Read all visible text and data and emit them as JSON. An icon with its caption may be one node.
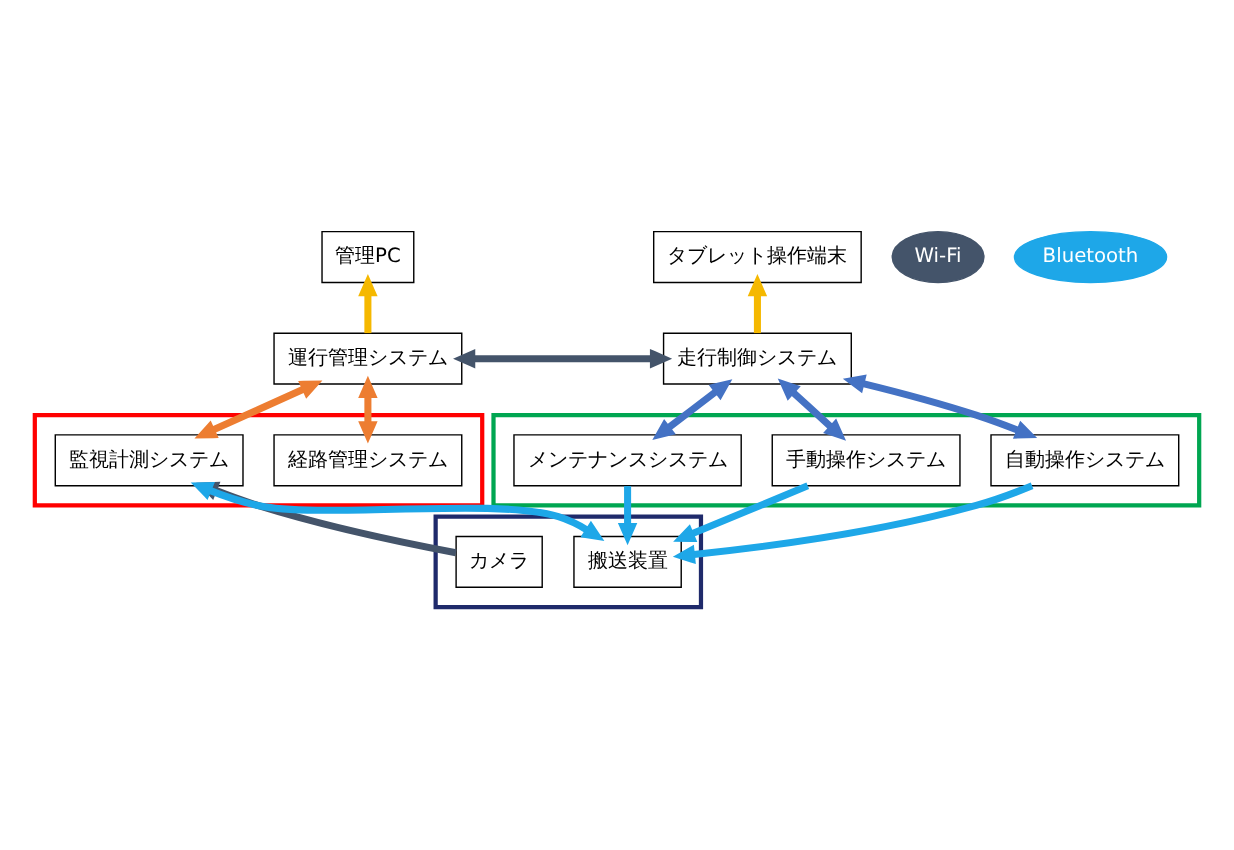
{
  "diagram": {
    "nodes": [
      {
        "text": [
          "管理PC"
        ]
      },
      {
        "text": [
          "タブレット操作端末"
        ]
      },
      {
        "text": [
          "Wi-Fi"
        ]
      },
      {
        "text": [
          "運行管理システム"
        ]
      },
      {
        "text": [
          "走行制御システム"
        ]
      },
      {
        "text": [],
        "shape": "box"
      },
      {
        "text": [
          "経路管理システム"
        ],
        "in": 5
      },
      {
        "text": [
          "監視計測システム"
        ],
        "in": 5
      },
      {
        "text": [],
        "shape": "box"
      },
      {
        "text": [
          "自動操作システム"
        ],
        "in": 8
      },
      {
        "text": [
          "手動操作システム"
        ],
        "in": 8
      },
      {
        "text": [
          "メンテナンスシステム"
        ],
        "in": 8
      },
      {
        "text": [],
        "shape": "box"
      },
      {
        "text": [
          "カメラ"
        ],
        "in": 12
      },
      {
        "text": [
          "搬送装置"
        ],
        "in": 12
      },
      {
        "text": [
          "Bluetooth"
        ]
      }
    ],
    "edges": [
      {
        "from": 3,
        "to": 0,
        "arrow": "to",
        "color": "#f5b800"
      },
      {
        "from": 4,
        "to": 1,
        "arrow": "to",
        "color": "#f5b800"
      },
      {
        "from": 3,
        "to": 4,
        "arrow": "both",
        "color": "#44546a"
      },
      {
        "from": 3,
        "to": 6,
        "arrow": "both",
        "color": "#ed7d31"
      },
      {
        "from": 3,
        "to": 7,
        "arrow": "both",
        "color": "#ed7d31"
      },
      {
        "from": 4,
        "to": 9,
        "arrow": "both",
        "color": "#4472c4"
      },
      {
        "from": 4,
        "to": 10,
        "arrow": "both",
        "color": "#4472c4"
      },
      {
        "from": 4,
        "to": 11,
        "arrow": "both",
        "color": "#4472c4"
      },
      {
        "from": 13,
        "to": 7,
        "arrow": "to",
        "color": "#44546a"
      },
      {
        "from": 7,
        "to": 14,
        "arrow": "both",
        "color": "#1ea7e8"
      },
      {
        "from": 9,
        "to": 14,
        "arrow": "to",
        "color": "#1ea7e8"
      },
      {
        "from": 10,
        "to": 14,
        "arrow": "to",
        "color": "#1ea7e8"
      },
      {
        "from": 11,
        "to": 14,
        "arrow": "to",
        "color": "#1ea7e8"
      }
    ]
  }
}
